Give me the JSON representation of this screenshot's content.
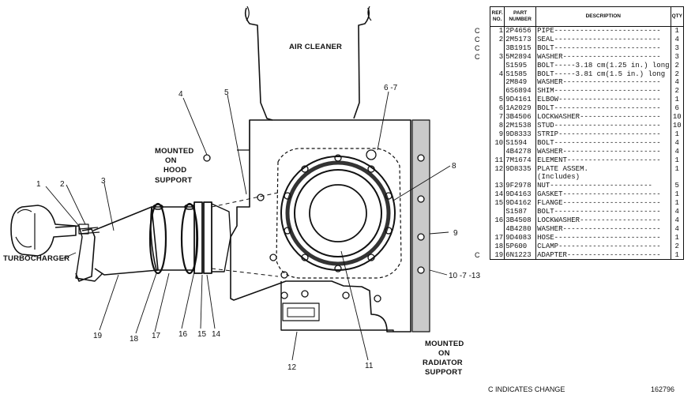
{
  "drawing": {
    "labels": {
      "air_cleaner": "AIR CLEANER",
      "mounted_hood": [
        "MOUNTED",
        "ON",
        "HOOD",
        "SUPPORT"
      ],
      "mounted_radiator": [
        "MOUNTED",
        "ON",
        "RADIATOR",
        "SUPPORT"
      ],
      "turbocharger": "TURBOCHARGER"
    },
    "callouts": {
      "c1": "1",
      "c2": "2",
      "c3": "3",
      "c4": "4",
      "c5": "5",
      "c67": "6 -7",
      "c8": "8",
      "c9": "9",
      "c10": "10 -7 -13",
      "c11": "11",
      "c12": "12",
      "c14": "14",
      "c15": "15",
      "c16": "16",
      "c17": "17",
      "c18": "18",
      "c19": "19"
    }
  },
  "table": {
    "headers": {
      "ref": "REF. NO.",
      "part": "PART NUMBER",
      "desc": "DESCRIPTION",
      "qty": "QTY"
    },
    "rows": [
      {
        "change": "C",
        "ref": "1",
        "part": "2P4656",
        "desc": "PIPE-------------------------",
        "qty": "1"
      },
      {
        "change": "C",
        "ref": "2",
        "part": "2M5173",
        "desc": "SEAL-------------------------",
        "qty": "4"
      },
      {
        "change": "C",
        "ref": "",
        "part": "3B1915",
        "desc": "BOLT-------------------------",
        "qty": "3"
      },
      {
        "change": "C",
        "ref": "3",
        "part": "5M2894",
        "desc": "WASHER-----------------------",
        "qty": "3"
      },
      {
        "change": "",
        "ref": "",
        "part": "S1595",
        "desc": "BOLT-----3.18 cm(1.25 in.) long",
        "qty": "2"
      },
      {
        "change": "",
        "ref": "4",
        "part": "S1585",
        "desc": "BOLT-----3.81 cm(1.5 in.) long",
        "qty": "2"
      },
      {
        "change": "",
        "ref": "",
        "part": "2M849",
        "desc": "WASHER-----------------------",
        "qty": "4"
      },
      {
        "change": "",
        "ref": "",
        "part": "6S6894",
        "desc": "SHIM-------------------------",
        "qty": "2"
      },
      {
        "change": "",
        "ref": "5",
        "part": "9D4161",
        "desc": "ELBOW------------------------",
        "qty": "1"
      },
      {
        "change": "",
        "ref": "6",
        "part": "1A2029",
        "desc": "BOLT-------------------------",
        "qty": "6"
      },
      {
        "change": "",
        "ref": "7",
        "part": "3B4506",
        "desc": "LOCKWASHER-------------------",
        "qty": "10"
      },
      {
        "change": "",
        "ref": "8",
        "part": "2M1538",
        "desc": "STUD-------------------------",
        "qty": "10"
      },
      {
        "change": "",
        "ref": "9",
        "part": "9D8333",
        "desc": "STRIP------------------------",
        "qty": "1"
      },
      {
        "change": "",
        "ref": "10",
        "part": "S1594",
        "desc": "BOLT-------------------------",
        "qty": "4"
      },
      {
        "change": "",
        "ref": "",
        "part": "4B4278",
        "desc": "WASHER-----------------------",
        "qty": "4"
      },
      {
        "change": "",
        "ref": "11",
        "part": "7M1674",
        "desc": "ELEMENT----------------------",
        "qty": "1"
      },
      {
        "change": "",
        "ref": "12",
        "part": "9D8335",
        "desc": "PLATE ASSEM.",
        "qty": "1"
      },
      {
        "change": "",
        "ref": "",
        "part": "",
        "desc": "   (Includes)",
        "qty": ""
      },
      {
        "change": "",
        "ref": "13",
        "part": "9F2978",
        "desc": "   NUT------------------------",
        "qty": "5"
      },
      {
        "change": "",
        "ref": "14",
        "part": "9D4163",
        "desc": "GASKET-----------------------",
        "qty": "1"
      },
      {
        "change": "",
        "ref": "15",
        "part": "9D4162",
        "desc": "FLANGE-----------------------",
        "qty": "1"
      },
      {
        "change": "",
        "ref": "",
        "part": "S1587",
        "desc": "BOLT-------------------------",
        "qty": "4"
      },
      {
        "change": "",
        "ref": "16",
        "part": "3B4508",
        "desc": "LOCKWASHER-------------------",
        "qty": "4"
      },
      {
        "change": "",
        "ref": "",
        "part": "4B4280",
        "desc": "WASHER-----------------------",
        "qty": "4"
      },
      {
        "change": "",
        "ref": "17",
        "part": "9D4083",
        "desc": "HOSE-------------------------",
        "qty": "1"
      },
      {
        "change": "",
        "ref": "18",
        "part": "5P600",
        "desc": "CLAMP------------------------",
        "qty": "2"
      },
      {
        "change": "C",
        "ref": "19",
        "part": "6N1223",
        "desc": "ADAPTER----------------------",
        "qty": "1"
      }
    ]
  },
  "footer": {
    "legend": "C INDICATES CHANGE",
    "number": "162796"
  }
}
